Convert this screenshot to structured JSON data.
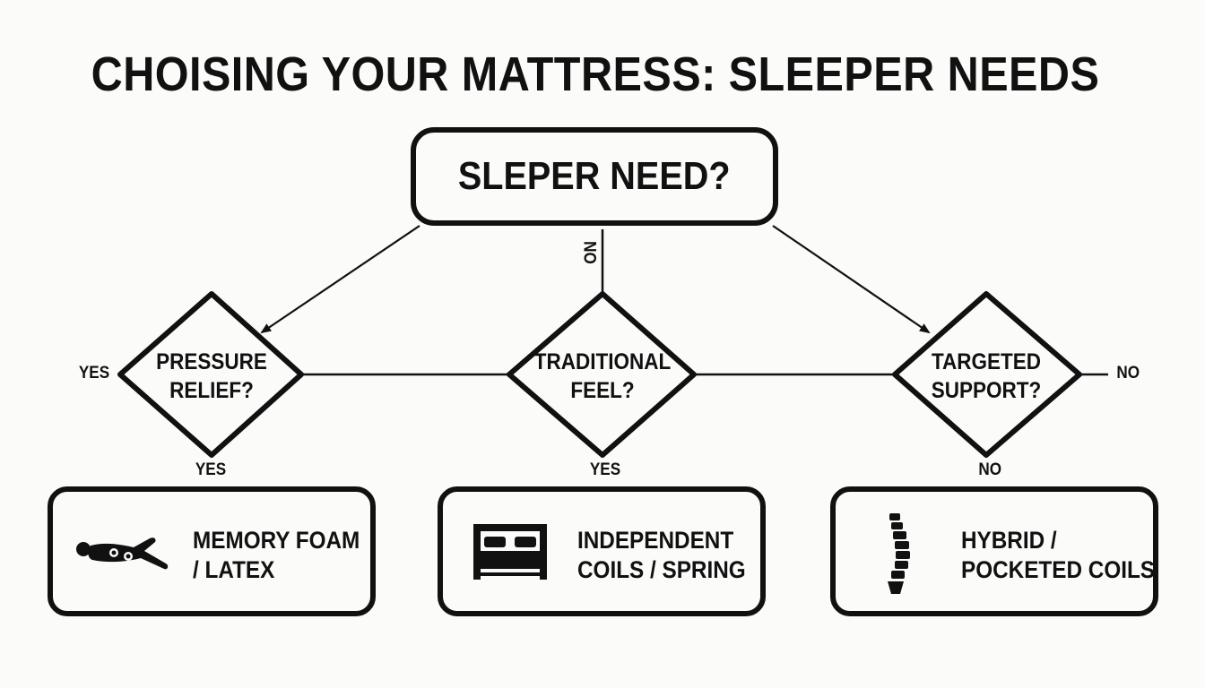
{
  "title": "CHOISING YOUR MATTRESS: SLEEPER NEEDS",
  "start": {
    "label": "SLEPER NEED?"
  },
  "decisions": [
    {
      "line1": "PRESSURE",
      "line2": "RELIEF?"
    },
    {
      "line1": "TRADITIONAL",
      "line2": "FEEL?"
    },
    {
      "line1": "TARGETED",
      "line2": "SUPPORT?"
    }
  ],
  "edge_labels": {
    "start_to_center": "NO",
    "left_side": "YES",
    "right_side": "NO",
    "left_down": "YES",
    "center_down": "YES",
    "right_down": "NO"
  },
  "outcomes": [
    {
      "line1": "MEMORY FOAM",
      "line2": "/ LATEX",
      "icon": "reclining-person-icon"
    },
    {
      "line1": "INDEPENDENT",
      "line2": "COILS / SPRING",
      "icon": "bed-icon"
    },
    {
      "line1": "HYBRID /",
      "line2": "POCKETED COILS",
      "icon": "spine-icon"
    }
  ],
  "colors": {
    "ink": "#111111",
    "background": "#fbfbfa"
  }
}
